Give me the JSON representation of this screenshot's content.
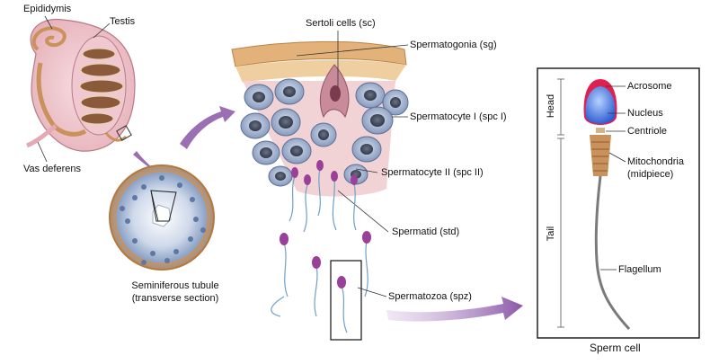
{
  "labels": {
    "epididymis": "Epididymis",
    "testis": "Testis",
    "vas_deferens": "Vas deferens",
    "seminiferous_1": "Seminiferous  tubule",
    "seminiferous_2": "(transverse section)",
    "sertoli": "Sertoli cells (sc)",
    "spermatogonia": "Spermatogonia (sg)",
    "spermatocyte_1": "Spermatocyte I (spc I)",
    "spermatocyte_2": "Spermatocyte II (spc II)",
    "spermatid": "Spermatid (std)",
    "spermatozoa": "Spermatozoa (spz)",
    "acrosome": "Acrosome",
    "nucleus": "Nucleus",
    "centriole": "Centriole",
    "mitochondria_1": "Mitochondria",
    "mitochondria_2": "(midpiece)",
    "flagellum": "Flagellum",
    "head": "Head",
    "tail": "Tail",
    "sperm_cell": "Sperm cell"
  },
  "colors": {
    "arrow": "#9b6fb3",
    "cell_body": "#a9b9d6",
    "nucleus_dark": "#3a4358",
    "acrosome": "#e0204f",
    "sperm_nucleus": "#3f6fd8",
    "midpiece": "#c9925a",
    "tubule_wall": "#d7a46a",
    "testis_pink": "#e6a8b2"
  }
}
